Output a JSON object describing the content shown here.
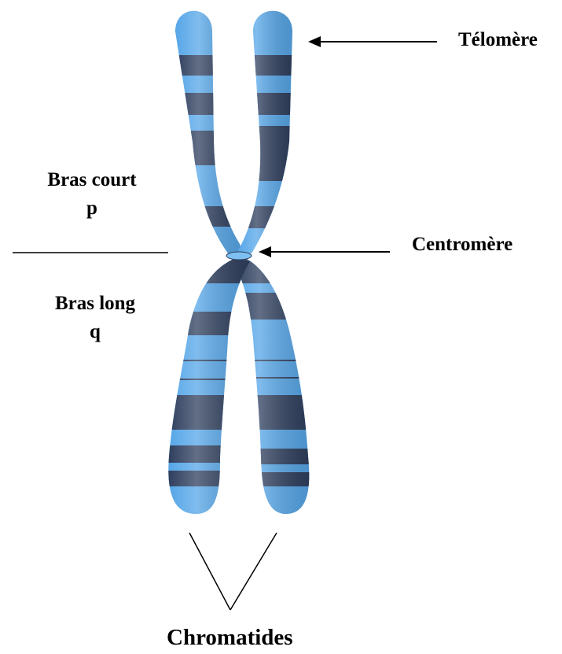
{
  "labels": {
    "telomere": "Télomère",
    "short_arm": "Bras court",
    "short_arm_symbol": "p",
    "centromere": "Centromère",
    "long_arm": "Bras long",
    "long_arm_symbol": "q",
    "chromatids": "Chromatides"
  },
  "colors": {
    "light_band": "#56A6E8",
    "dark_band": "#2F3F5E",
    "lines": "#000000"
  }
}
